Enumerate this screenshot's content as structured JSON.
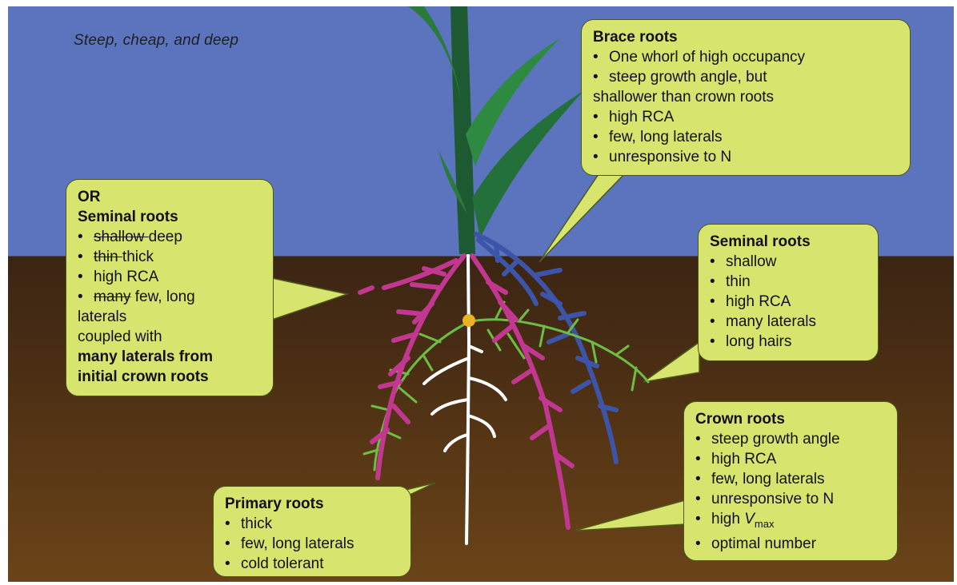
{
  "caption": "Steep, cheap, and deep",
  "brace": {
    "title": "Brace roots",
    "items": [
      "One whorl of high occupancy",
      "steep growth angle, but",
      "shallower than crown roots",
      "high RCA",
      "few, long laterals",
      "unresponsive to N"
    ]
  },
  "seminal_alt": {
    "line1": "OR",
    "title": "Seminal roots",
    "item1_struck": "shallow ",
    "item1_new": "deep",
    "item2_struck": "thin ",
    "item2_new": "thick",
    "item3": "high RCA",
    "item4_struck": "many",
    "item4_new": " few, long",
    "item4_cont": "laterals",
    "coupled": "coupled with",
    "bold1": "many laterals from",
    "bold2": "initial crown roots"
  },
  "seminal": {
    "title": "Seminal roots",
    "items": [
      "shallow",
      "thin",
      "high RCA",
      "many laterals",
      "long hairs"
    ]
  },
  "crown": {
    "title": "Crown roots",
    "items": [
      "steep growth angle",
      "high RCA",
      "few, long laterals",
      "unresponsive to N"
    ],
    "vmax_prefix": "high ",
    "vmax_v": "V",
    "vmax_sub": "max",
    "last": "optimal number"
  },
  "primary": {
    "title": "Primary roots",
    "items": [
      "thick",
      "few, long laterals",
      "cold tolerant"
    ]
  },
  "colors": {
    "sky": "#5b74bd",
    "soil": "#4a2e14",
    "callout": "#d7e56f",
    "crown_root": "#c2378f",
    "seminal_root": "#6dbd45",
    "brace_root": "#3d55a8",
    "primary_root": "#ffffff",
    "stem": "#1d5a32",
    "seed": "#e8b421"
  }
}
